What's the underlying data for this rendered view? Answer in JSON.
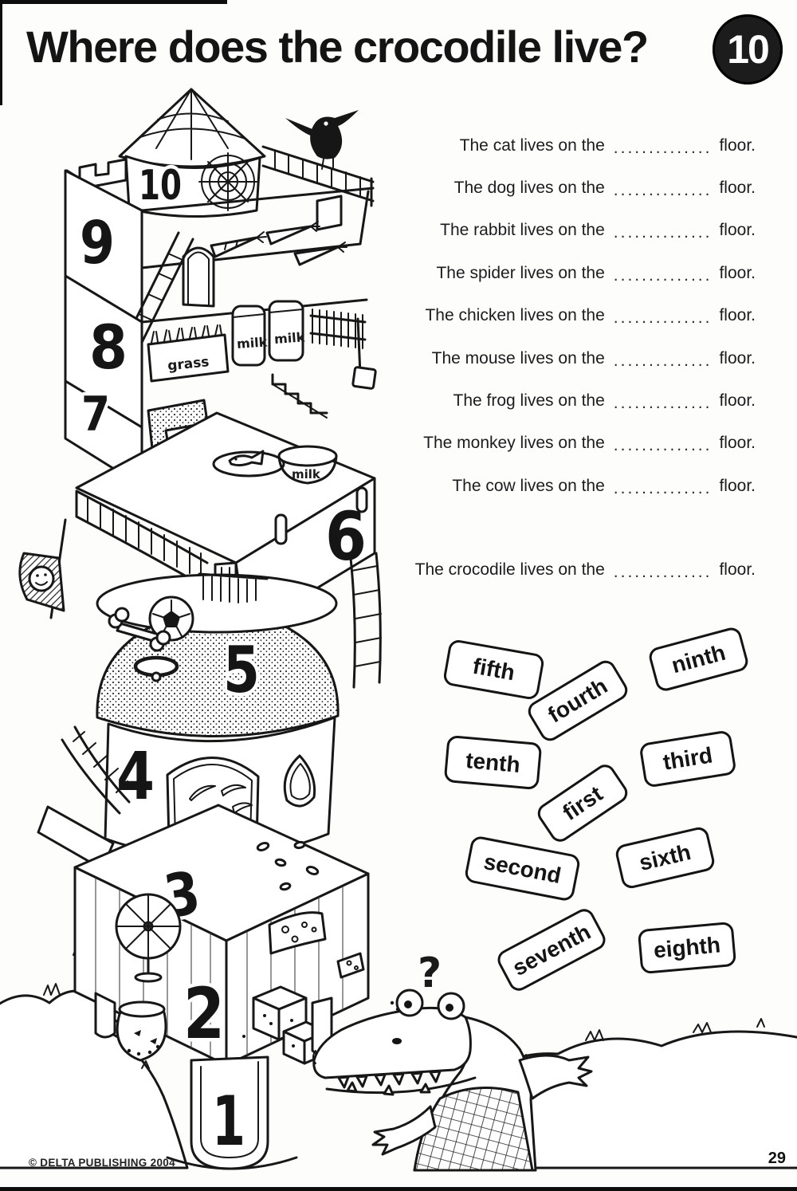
{
  "page": {
    "title": "Where does the crocodile live?",
    "badge": "10",
    "page_number": "29",
    "copyright": "© DELTA PUBLISHING 2004"
  },
  "sentences": [
    {
      "text": "The cat lives on the",
      "blank": "..............",
      "end": "floor."
    },
    {
      "text": "The dog lives on the",
      "blank": "..............",
      "end": "floor."
    },
    {
      "text": "The rabbit lives on the",
      "blank": "..............",
      "end": "floor."
    },
    {
      "text": "The spider lives on the",
      "blank": "..............",
      "end": "floor."
    },
    {
      "text": "The chicken lives on the",
      "blank": "..............",
      "end": "floor."
    },
    {
      "text": "The mouse lives on the",
      "blank": "..............",
      "end": "floor."
    },
    {
      "text": "The frog lives on the",
      "blank": "..............",
      "end": "floor."
    },
    {
      "text": "The monkey lives on the",
      "blank": "..............",
      "end": "floor."
    },
    {
      "text": "The cow lives on the",
      "blank": "..............",
      "end": "floor."
    },
    {
      "text": "The crocodile lives on the",
      "blank": "..............",
      "end": "floor."
    }
  ],
  "word_tiles": [
    {
      "label": "fifth"
    },
    {
      "label": "fourth"
    },
    {
      "label": "ninth"
    },
    {
      "label": "tenth"
    },
    {
      "label": "third"
    },
    {
      "label": "first"
    },
    {
      "label": "second"
    },
    {
      "label": "sixth"
    },
    {
      "label": "seventh"
    },
    {
      "label": "eighth"
    }
  ],
  "tower": {
    "floor_numbers": [
      "10",
      "9",
      "8",
      "7",
      "6",
      "5",
      "4",
      "3",
      "2",
      "1"
    ],
    "grass_label": "grass",
    "milk_jar_labels": [
      "milk",
      "milk"
    ],
    "milk_bowl_label": "milk",
    "question_mark": "?"
  }
}
